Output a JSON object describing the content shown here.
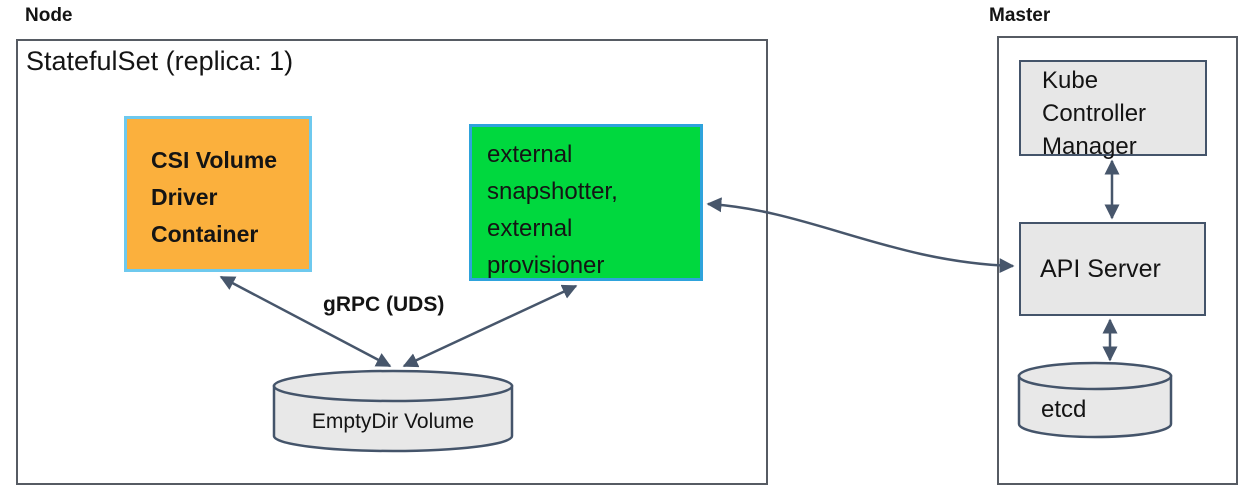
{
  "node": {
    "label": "Node",
    "statefulset_label": "StatefulSet (replica: 1)",
    "csi_driver_container": "CSI Volume\nDriver\nContainer",
    "sidecar_container": "external\nsnapshotter,\nexternal\nprovisioner",
    "grpc_label": "gRPC (UDS)",
    "emptydir_volume": "EmptyDir Volume"
  },
  "master": {
    "label": "Master",
    "kube_controller_manager": "Kube\nController\nManager",
    "api_server": "API Server",
    "etcd": "etcd"
  },
  "connections": {
    "csi_to_emptydir": "bidirectional",
    "sidecar_to_emptydir": "bidirectional",
    "sidecar_to_api_server": "bidirectional",
    "kcm_to_api_server": "bidirectional",
    "api_server_to_etcd": "bidirectional"
  },
  "colors": {
    "csi_box_fill": "#fbb03d",
    "csi_box_border": "#6ec9ee",
    "sidecar_box_fill": "#00d83e",
    "sidecar_box_border": "#2ea3dc",
    "component_fill": "#e7e7e7",
    "cylinder_fill": "#e8e8e8",
    "connector": "#47566b",
    "boundary_border": "#565b63",
    "text": "#141414"
  }
}
